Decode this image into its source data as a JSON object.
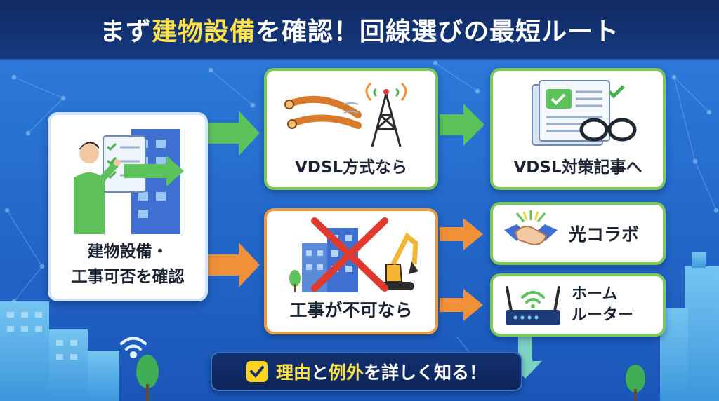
{
  "header": {
    "title_pre": "まず",
    "title_highlight": "建物設備",
    "title_post": "を確認！回線選びの最短ルート"
  },
  "nodes": {
    "start": {
      "line1": "建物設備・",
      "line2": "工事可否を確認"
    },
    "vdsl": {
      "label": "VDSL方式なら"
    },
    "vdsl_article": {
      "label": "VDSL対策記事へ"
    },
    "no_work": {
      "label": "工事が不可なら"
    },
    "hikari_collab": {
      "label": "光コラボ"
    },
    "home_router": {
      "line1": "ホーム",
      "line2": "ルーター"
    }
  },
  "cta": {
    "hl1": "理由",
    "mid": "と",
    "hl2": "例外",
    "post": "を詳しく知る！"
  },
  "colors": {
    "header_bg": "#0f2a63",
    "highlight": "#ffe24a",
    "green_border": "#7cc95a",
    "orange_border": "#ef9a3c",
    "arrow_green": "#5cc35a",
    "arrow_orange": "#f0913a",
    "cross_red": "#e03a2f"
  },
  "icons": {
    "start": "person-checklist-building-icon",
    "vdsl": "cable-antenna-icon",
    "vdsl_article": "document-glasses-icon",
    "no_work": "building-excavator-cross-icon",
    "hikari_collab": "handshake-icon",
    "home_router": "wifi-router-icon",
    "cta": "checkbox-icon"
  }
}
